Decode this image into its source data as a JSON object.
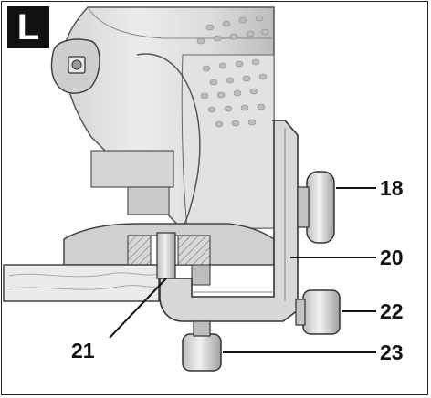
{
  "figure": {
    "letter": "L",
    "callouts": {
      "c18": "18",
      "c20": "20",
      "c21": "21",
      "c22": "22",
      "c23": "23"
    }
  }
}
